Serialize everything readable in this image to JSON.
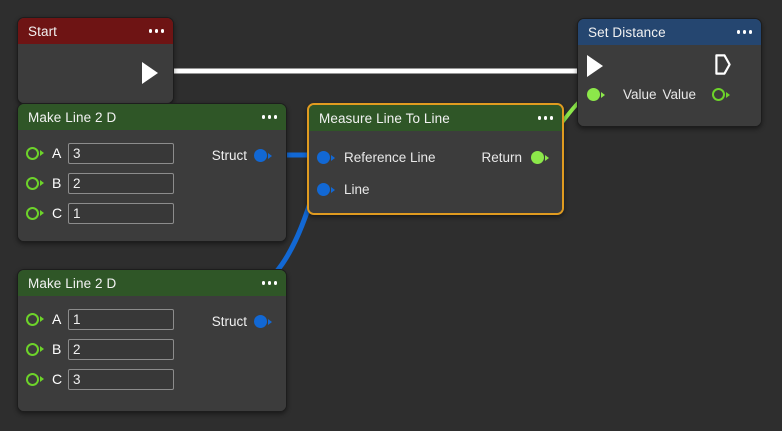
{
  "app": {
    "canvas_background": "#2e2e2e",
    "editor_type": "node-graph"
  },
  "colors": {
    "header_event": "#6e1414",
    "header_function": "#254670",
    "header_pure": "#2f5627",
    "node_body": "#3c3c3c",
    "selection": "#e09b20",
    "wire_exec": "#ffffff",
    "wire_struct": "#1268d4",
    "wire_value": "#8ce84a",
    "pin_green": "#6dd32a",
    "pin_blue": "#1268d4"
  },
  "nodes": {
    "start": {
      "title": "Start",
      "menu_icon": "ellipsis-icon",
      "exec_out": "exec-output-arrow"
    },
    "set_distance": {
      "title": "Set Distance",
      "menu_icon": "ellipsis-icon",
      "exec_in": "exec-input-arrow",
      "exec_out": "exec-output-arrow",
      "input_label": "Value",
      "output_label": "Value"
    },
    "make_line_1": {
      "title": "Make Line 2 D",
      "menu_icon": "ellipsis-icon",
      "output_label": "Struct",
      "args": [
        {
          "label": "A",
          "value": "3"
        },
        {
          "label": "B",
          "value": "2"
        },
        {
          "label": "C",
          "value": "1"
        }
      ]
    },
    "make_line_2": {
      "title": "Make Line 2 D",
      "menu_icon": "ellipsis-icon",
      "output_label": "Struct",
      "args": [
        {
          "label": "A",
          "value": "1"
        },
        {
          "label": "B",
          "value": "2"
        },
        {
          "label": "C",
          "value": "3"
        }
      ]
    },
    "measure": {
      "title": "Measure Line To Line",
      "menu_icon": "ellipsis-icon",
      "selected": true,
      "inputs": [
        {
          "label": "Reference Line"
        },
        {
          "label": "Line"
        }
      ],
      "output_label": "Return"
    }
  },
  "connections": [
    {
      "from": "start.exec_out",
      "to": "set_distance.exec_in",
      "color": "#ffffff",
      "type": "exec"
    },
    {
      "from": "make_line_1.struct_out",
      "to": "measure.reference_line",
      "color": "#1268d4",
      "type": "struct"
    },
    {
      "from": "make_line_2.struct_out",
      "to": "measure.line",
      "color": "#1268d4",
      "type": "struct"
    },
    {
      "from": "measure.return",
      "to": "set_distance.value_in",
      "color": "#8ce84a",
      "type": "value"
    }
  ]
}
